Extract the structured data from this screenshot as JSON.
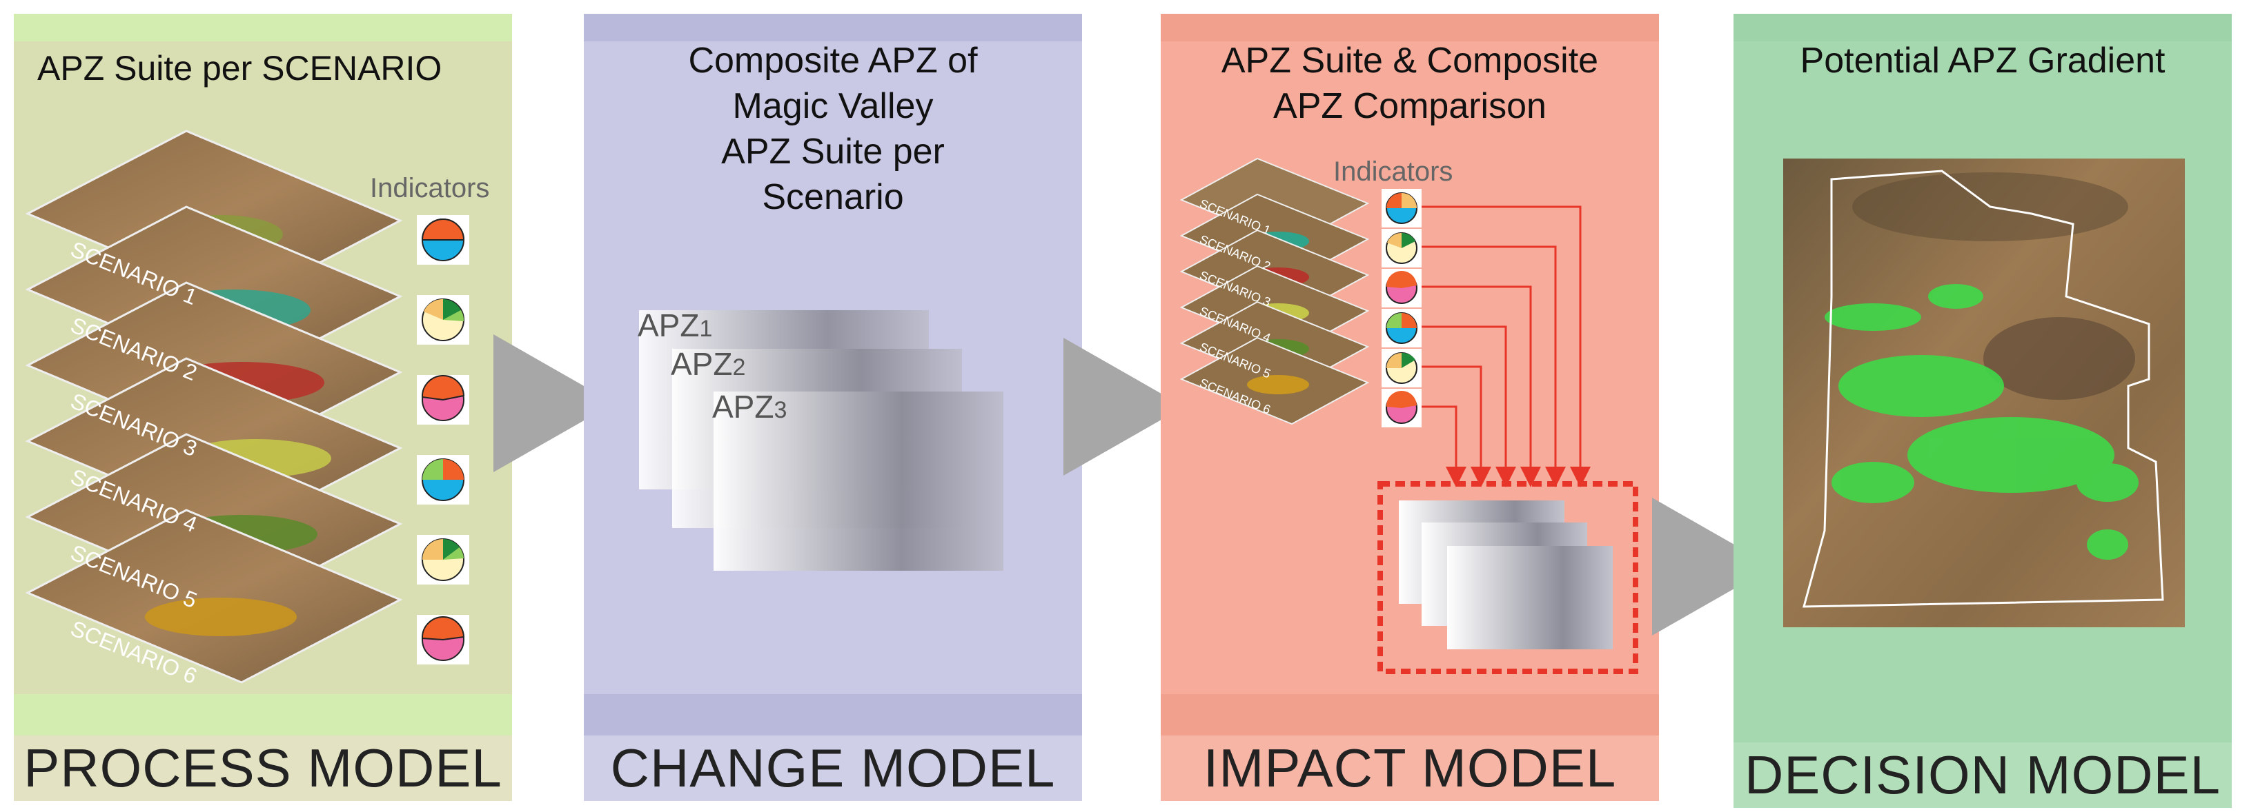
{
  "panels": [
    {
      "title": "APZ Suite per SCENARIO",
      "model": "PROCESS MODEL",
      "bg": "#d9dfb2",
      "band": "#d3ecb0",
      "label_bg": "#e3e3c4"
    },
    {
      "title_lines": [
        "Composite APZ of",
        "Magic Valley",
        "APZ Suite per",
        "Scenario"
      ],
      "model": "CHANGE MODEL",
      "bg": "#c9c9e6",
      "band": "#b9b9dc",
      "label_bg": "#cfcfe8"
    },
    {
      "title_lines": [
        "APZ Suite & Composite",
        "APZ Comparison"
      ],
      "model": "IMPACT MODEL",
      "bg": "#f7ab9a",
      "band": "#f2a08e",
      "label_bg": "#f7b5a6"
    },
    {
      "title": "Potential APZ Gradient",
      "model": "DECISION MODEL",
      "bg": "#a6d8b0",
      "band": "#9ed3aa",
      "label_bg": "#b2dfba"
    }
  ],
  "process": {
    "indicators_label": "Indicators",
    "scenarios": [
      "SCENARIO 1",
      "SCENARIO 2",
      "SCENARIO 3",
      "SCENARIO 4",
      "SCENARIO 5",
      "SCENARIO 6"
    ]
  },
  "change": {
    "layers": [
      {
        "base": "APZ",
        "sub": "1"
      },
      {
        "base": "APZ",
        "sub": "2"
      },
      {
        "base": "APZ",
        "sub": "3"
      }
    ]
  },
  "impact": {
    "indicators_label": "Indicators",
    "scenarios": [
      "SCENARIO 1",
      "SCENARIO 2",
      "SCENARIO 3",
      "SCENARIO 4",
      "SCENARIO 5",
      "SCENARIO 6"
    ]
  },
  "colors": {
    "arrow": "#a7a7a7",
    "red_line": "#e8352a",
    "scenario_fills": [
      "#8a9a3c",
      "#2fa48c",
      "#b5342b",
      "#c4c64a",
      "#5e8a2e",
      "#c9961f"
    ]
  }
}
